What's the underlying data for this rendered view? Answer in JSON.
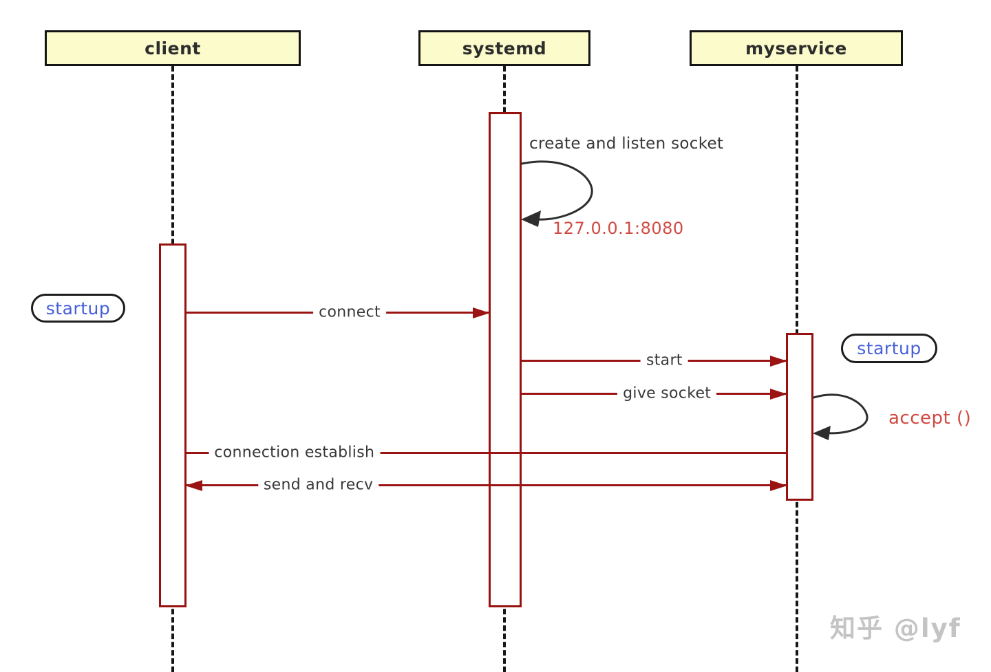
{
  "participants": [
    {
      "label": "client"
    },
    {
      "label": "systemd"
    },
    {
      "label": "myservice"
    }
  ],
  "labels": {
    "create_listen": "create and listen socket",
    "bind_addr": "127.0.0.1:8080",
    "connect": "connect",
    "start": "start",
    "give_socket": "give socket",
    "connection_establish": "connection establish",
    "send_recv": "send and recv",
    "accept": "accept ()",
    "startup_client": "startup",
    "startup_myservice": "startup"
  },
  "watermark": "知乎 @lyf",
  "colors": {
    "participant_fill": "#FBFBCB",
    "participant_border": "#141414",
    "activation_stroke": "#97120F",
    "arrow": "#9B1414",
    "loop_stroke": "#2E2E2E",
    "red_note": "#D14A42",
    "badge_blue": "#4660D9",
    "text": "#383838",
    "watermark": "#C4C4C4"
  }
}
